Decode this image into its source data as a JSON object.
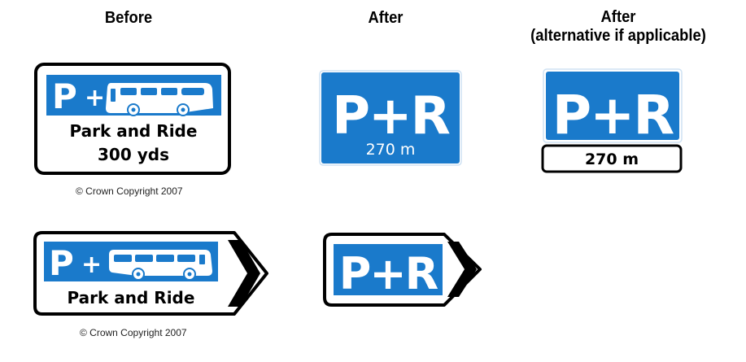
{
  "headers": {
    "before": "Before",
    "after": "After",
    "after_alt_line1": "After",
    "after_alt_line2": "(alternative if applicable)"
  },
  "colors": {
    "sign_blue": "#1a7acb",
    "border_black": "#000000",
    "background": "#ffffff"
  },
  "signs": {
    "before_distance": {
      "symbol_p": "P",
      "symbol_plus": "+",
      "icon": "bus-icon",
      "line1": "Park and Ride",
      "line2": "300 yds",
      "copyright": "© Crown Copyright 2007"
    },
    "after_distance": {
      "symbol": "P+R",
      "distance": "270 m"
    },
    "after_alt_distance": {
      "symbol": "P+R",
      "distance": "270 m"
    },
    "before_direction": {
      "symbol_p": "P",
      "symbol_plus": "+",
      "icon": "bus-icon",
      "line1": "Park and Ride",
      "arrow": "chevron-right-icon",
      "copyright": "© Crown Copyright 2007"
    },
    "after_direction": {
      "symbol": "P+R",
      "arrow": "chevron-right-icon"
    }
  }
}
